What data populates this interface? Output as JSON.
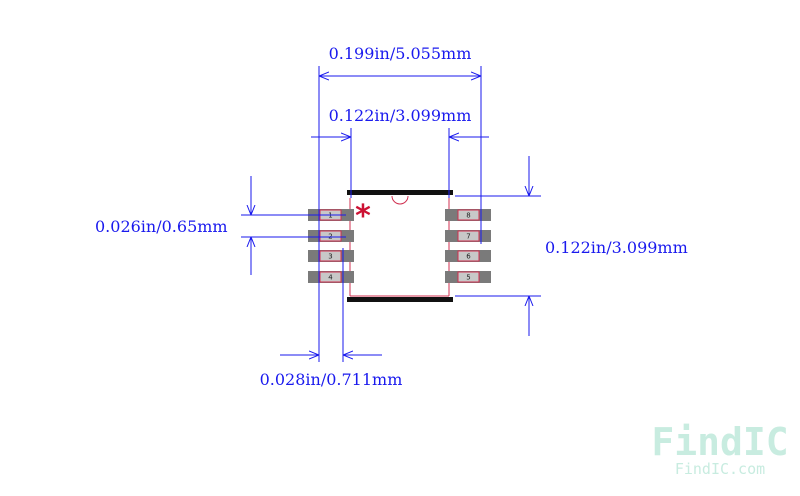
{
  "dimensions": {
    "overall_width": "0.199in/5.055mm",
    "body_width": "0.122in/3.099mm",
    "pitch": "0.026in/0.65mm",
    "body_length": "0.122in/3.099mm",
    "pad_width": "0.028in/0.711mm"
  },
  "pin1_marker": "*",
  "pins_left": [
    "1",
    "2",
    "3",
    "4"
  ],
  "pins_right": [
    "8",
    "7",
    "6",
    "5"
  ],
  "watermark": {
    "logo": "FindIC",
    "url": "FindIC.com"
  },
  "colors": {
    "dimension": "#1a1aee",
    "outline": "#d03050",
    "pad": "#7a7a7a",
    "body_bar": "#111111",
    "marker": "#cc1133",
    "watermark": "#c8ece0"
  }
}
